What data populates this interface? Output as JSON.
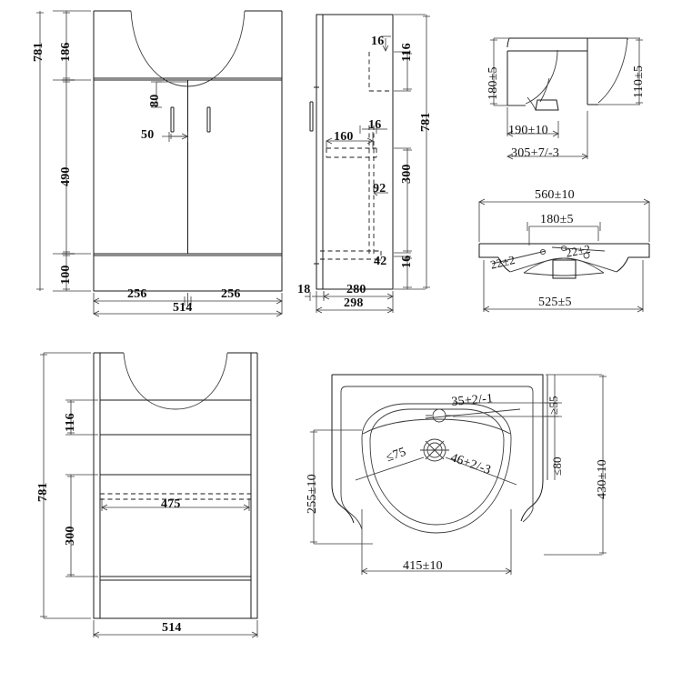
{
  "drawing": {
    "title": "Bathroom vanity unit and basin technical dimension drawing",
    "units": "mm",
    "line_color": "#1a1a1a",
    "dim_color": "#3a3a3a",
    "background": "#ffffff"
  },
  "views": {
    "front_elevation": {
      "name": "Vanity unit front elevation with doors",
      "dimensions": {
        "overall_height": "781",
        "top_section_height": "186",
        "door_height": "490",
        "plinth_height": "100",
        "handle_offset_top": "80",
        "handle_offset_side": "50",
        "left_door_width": "256",
        "right_door_width": "256",
        "overall_width": "514"
      }
    },
    "side_elevation": {
      "name": "Vanity unit side elevation",
      "dimensions": {
        "overall_height": "781",
        "top_edge_gap": "16",
        "top_panel_height": "116",
        "shelf_offset": "16",
        "shelf_depth": "160",
        "shelf_drop": "92",
        "lower_section": "300",
        "base_gap": "16",
        "bottom_note": "42",
        "door_thickness": "18",
        "carcass_depth": "280",
        "overall_depth": "298"
      }
    },
    "basin_side_section": {
      "name": "Basin side section detail",
      "dimensions": {
        "left_height": "180±5",
        "right_height": "110±5",
        "inner_depth": "190±10",
        "overall_depth": "305+7/-3"
      }
    },
    "basin_front_elevation": {
      "name": "Basin front elevation",
      "dimensions": {
        "overall_width": "560±10",
        "tap_hole_spacing": "180±5",
        "left_tap_hole": "22±2",
        "right_tap_hole": "22±2",
        "body_width": "525±5"
      }
    },
    "rear_elevation": {
      "name": "Vanity unit rear elevation with shelves",
      "dimensions": {
        "overall_height": "781",
        "upper_shelf_gap": "116",
        "lower_section": "300",
        "shelf_width": "475",
        "overall_width": "514"
      }
    },
    "basin_plan": {
      "name": "Basin plan view",
      "dimensions": {
        "tap_hole_dia": "35+2/-1",
        "waste_left": "≤75",
        "waste_right": "46+2/-3",
        "rear_min": "≥55",
        "rear_max": "≤80",
        "bowl_height": "255±10",
        "overall_depth": "430±10",
        "bowl_width": "415±10"
      }
    }
  }
}
